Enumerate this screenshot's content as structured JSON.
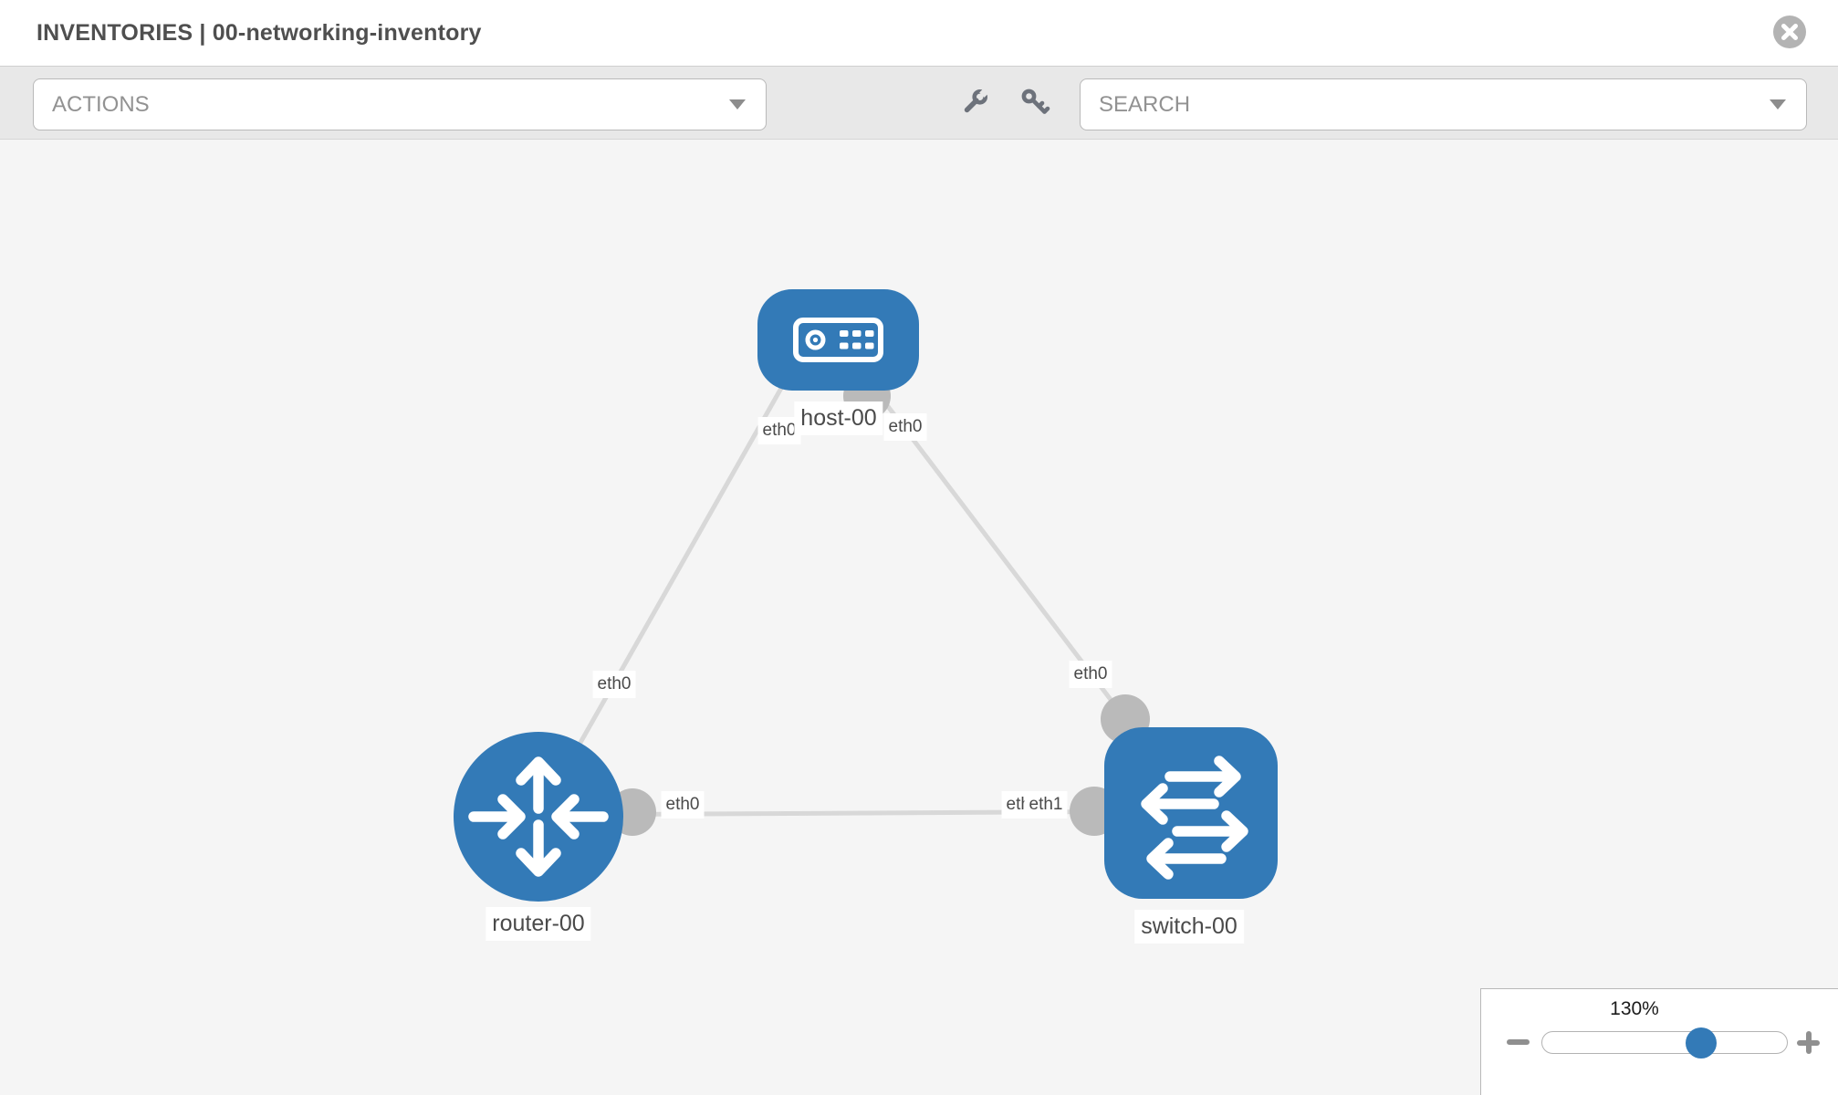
{
  "header": {
    "title": "INVENTORIES | 00-networking-inventory"
  },
  "toolbar": {
    "actions_dropdown": "ACTIONS",
    "search_dropdown": "SEARCH"
  },
  "icons": {
    "close": "x-circle-icon",
    "wrench": "wrench-icon",
    "key": "key-icon",
    "dropdown_caret": "chevron-down-icon",
    "zoom_out": "minus-icon",
    "zoom_in": "plus-icon"
  },
  "diagram": {
    "nodes": [
      {
        "label": "host-00",
        "type": "host"
      },
      {
        "label": "router-00",
        "type": "router"
      },
      {
        "label": "switch-00",
        "type": "switch"
      }
    ],
    "links": [
      {
        "from": "host-00",
        "from_interface": "eth0",
        "to": "router-00",
        "to_interface": "eth0"
      },
      {
        "from": "host-00",
        "from_interface": "eth0",
        "to": "switch-00",
        "to_interface": "eth0"
      },
      {
        "from": "router-00",
        "from_interface": "eth0",
        "to": "switch-00",
        "to_interface": "eth1",
        "to_interface_behind": "eth0"
      }
    ]
  },
  "zoom_control": {
    "value": "130%"
  },
  "colors": {
    "node_blue": "#337ab7",
    "link_gray": "#d8d8d8",
    "connector_gray": "#bababa",
    "canvas_bg": "#f5f5f5",
    "toolbar_bg": "#e8e8e8"
  }
}
